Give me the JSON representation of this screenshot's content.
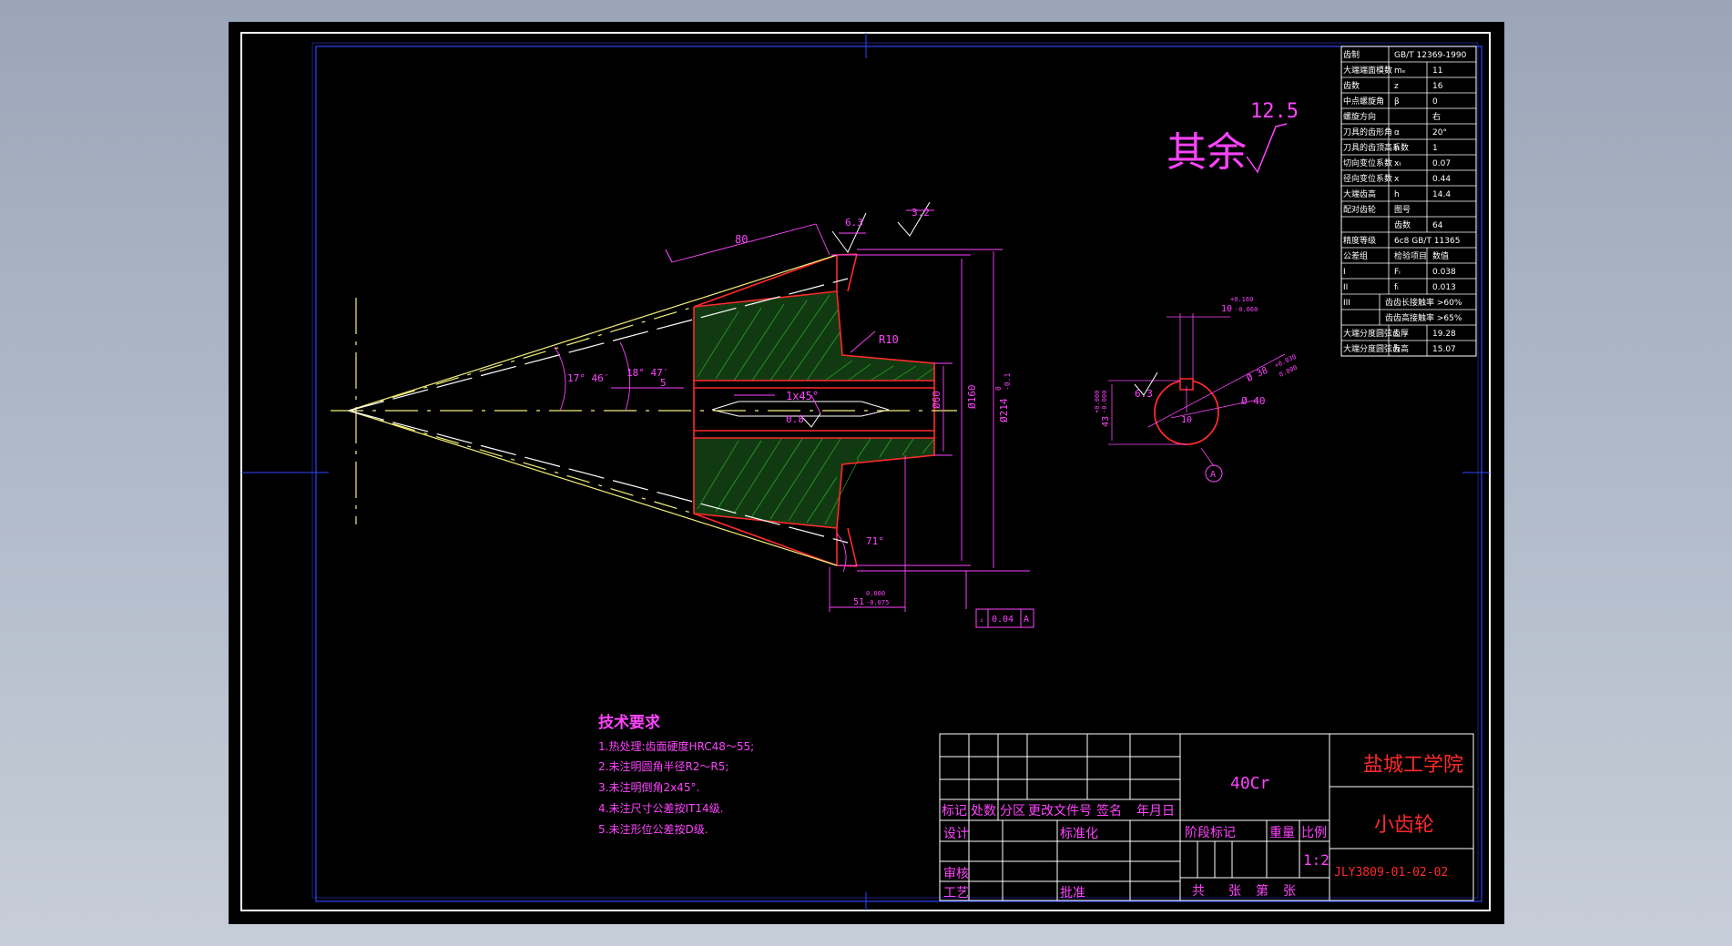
{
  "surface": "其余",
  "roughness": {
    "main": "12.5",
    "tooth_left": "6.3",
    "tooth_right": "3.2",
    "bore": "0.8",
    "keyway": "6.3"
  },
  "dims": {
    "face_width": "80",
    "fillet": "R10",
    "angle1": "17° 46′",
    "angle2": "18° 47′",
    "five": "5",
    "chamfer": "1x45°",
    "d60": "Ø60",
    "d160": "Ø160",
    "d214": "Ø214",
    "d214_tol_up": "0",
    "d214_tol_lo": "-0.1",
    "angle71": "71°",
    "len51": "51",
    "len51_tol_up": "0.000",
    "len51_tol_lo": "-0.075",
    "runout_sym": "ᵢ",
    "runout_val": "0.04",
    "runout_datum": "A",
    "key_w": "10",
    "key_tol_up": "+0.160",
    "key_tol_lo": "-0.060",
    "bore_d": "Ø 38",
    "bore_tol_up": "+0.030",
    "bore_tol_lo": "0.000",
    "d40": "Ø 40",
    "h43": "43",
    "h43_tol_up": "+0.000",
    "h43_tol_lo": "-0.000",
    "ten": "10",
    "datum": "A"
  },
  "spec_table": [
    [
      "齿制",
      "GB/T 12369-1990"
    ],
    [
      "大端端面模数",
      "mₑ",
      "11"
    ],
    [
      "齿数",
      "z",
      "16"
    ],
    [
      "中点螺旋角",
      "β",
      "0"
    ],
    [
      "螺旋方向",
      "",
      "右"
    ],
    [
      "刀具的齿形角",
      "α",
      "20°"
    ],
    [
      "刀具的齿顶高系数",
      "h",
      "1"
    ],
    [
      "切向变位系数",
      "xₜ",
      "0.07"
    ],
    [
      "径向变位系数",
      "x",
      "0.44"
    ],
    [
      "大端齿高",
      "h",
      "14.4"
    ],
    [
      "配对齿轮",
      "图号",
      ""
    ],
    [
      "",
      "齿数",
      "64"
    ],
    [
      "精度等级",
      "6c8 GB/T 11365"
    ],
    [
      "公差组",
      "检验项目",
      "数值"
    ],
    [
      "I",
      "Fᵢ",
      "0.038"
    ],
    [
      "II",
      "fᵢ",
      "0.013"
    ],
    [
      "III",
      "齿齿长接触率 >60%"
    ],
    [
      "",
      "齿齿高接触率 >65%"
    ],
    [
      "大端分度圆弦齿厚",
      "s̄",
      "19.28"
    ],
    [
      "大端分度圆弦齿高",
      "h̄",
      "15.07"
    ]
  ],
  "tech": {
    "title": "技术要求",
    "items": [
      "1.热处理:齿面硬度HRC48～55;",
      "2.未注明圆角半径R2～R5;",
      "3.未注明倒角2x45°.",
      "4.未注尺寸公差按IT14级.",
      "5.未注形位公差按D级."
    ]
  },
  "title_block": {
    "material": "40Cr",
    "school": "盐城工学院",
    "part_name": "小齿轮",
    "drawing_no": "JLY3809-01-02-02",
    "scale": "1:2",
    "row_header": [
      "标记",
      "处数",
      "分区",
      "更改文件号",
      "签名",
      "年月日"
    ],
    "design": "设计",
    "standard": "标准化",
    "review": "审核",
    "process": "工艺",
    "approve": "批准",
    "stage": "阶段标记",
    "weight": "重量",
    "ratio": "比例",
    "total": "共",
    "sheets": "张",
    "sheet_no": "第",
    "sheet_unit": "张"
  }
}
